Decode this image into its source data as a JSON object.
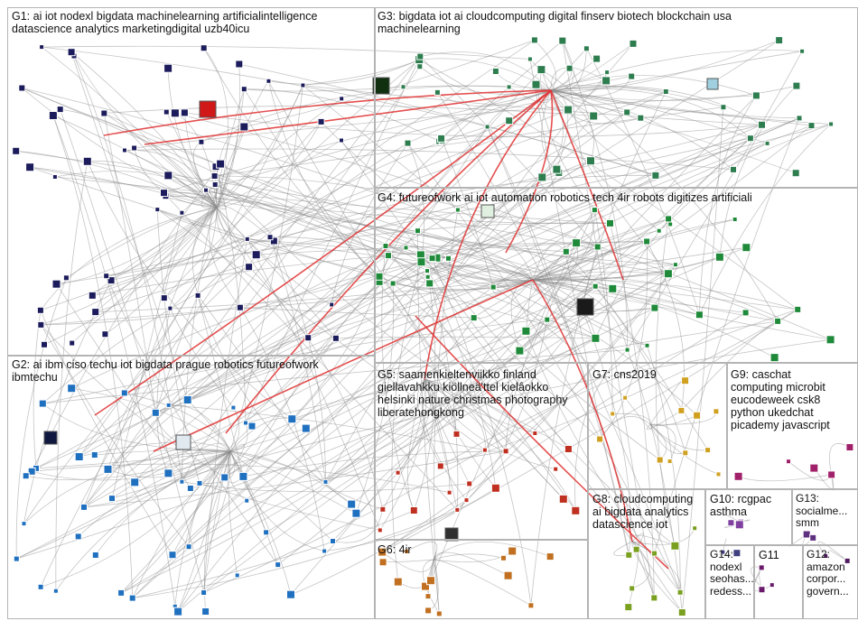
{
  "groups": [
    {
      "id": "G1",
      "label": "G1: ai iot nodexl bigdata machinelearning artificialintelligence\ndatascience analytics marketingdigital uzb40icu",
      "color": "#1c1c5c"
    },
    {
      "id": "G2",
      "label": "G2: ai ibm ciso techu iot bigdata prague robotics futureofwork\nibmtechu",
      "color": "#2070c0"
    },
    {
      "id": "G3",
      "label": "G3: bigdata iot ai cloudcomputing digital finserv biotech blockchain usa\nmachinelearning",
      "color": "#2e7d4f"
    },
    {
      "id": "G4",
      "label": "G4: futureofwork ai iot automation robotics tech 4ir robots digitizes artificiali",
      "color": "#1f8a3a"
    },
    {
      "id": "G5",
      "label": "G5: saamenkieltenviikko finland\ngiellavahkku kiöllneä'ttel kielâokko\nhelsinki nature christmas photography\nliberatehongkong",
      "color": "#c03020"
    },
    {
      "id": "G6",
      "label": "G6: 4ir",
      "color": "#c07020"
    },
    {
      "id": "G7",
      "label": "G7: cns2019",
      "color": "#d0a020"
    },
    {
      "id": "G8",
      "label": "G8: cloudcomputing\nai bigdata analytics\ndatascience iot",
      "color": "#7aa020"
    },
    {
      "id": "G9",
      "label": "G9: caschat\ncomputing microbit\neucodeweek csk8\npython ukedchat\npicademy javascript",
      "color": "#a0206a"
    },
    {
      "id": "G10",
      "label": "G10: rcgpac\nasthma",
      "color": "#8040a0"
    },
    {
      "id": "G11",
      "label": "G11",
      "color": "#6a1a6a"
    },
    {
      "id": "G12",
      "label": "G12:\namazon\ncorpor...\ngovern...",
      "color": "#501a60"
    },
    {
      "id": "G13",
      "label": "G13:\nsocialme...\nsmm",
      "color": "#603080"
    },
    {
      "id": "G14",
      "label": "G14:\nnodexl\nseohas...\nredess...",
      "color": "#404080"
    }
  ],
  "colors": {
    "edge": "#8c8c8c",
    "edge_highlight": "#e03030",
    "box_border": "#b4b4b4",
    "background": "#ffffff"
  }
}
